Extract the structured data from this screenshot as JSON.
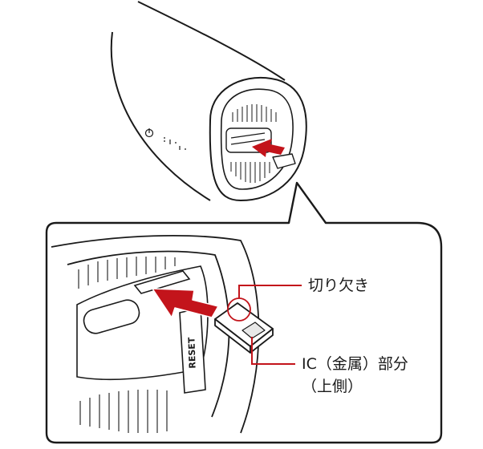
{
  "diagram": {
    "device_icon": "power-icon",
    "labels": {
      "notch": "切り欠き",
      "ic_line1": "IC（金属）部分",
      "ic_line2": "（上側）",
      "reset": "RESET"
    },
    "colors": {
      "arrow": "#c3141b",
      "leader_line": "#c3141b",
      "outline": "#1a1a1a",
      "background": "#ffffff"
    }
  }
}
